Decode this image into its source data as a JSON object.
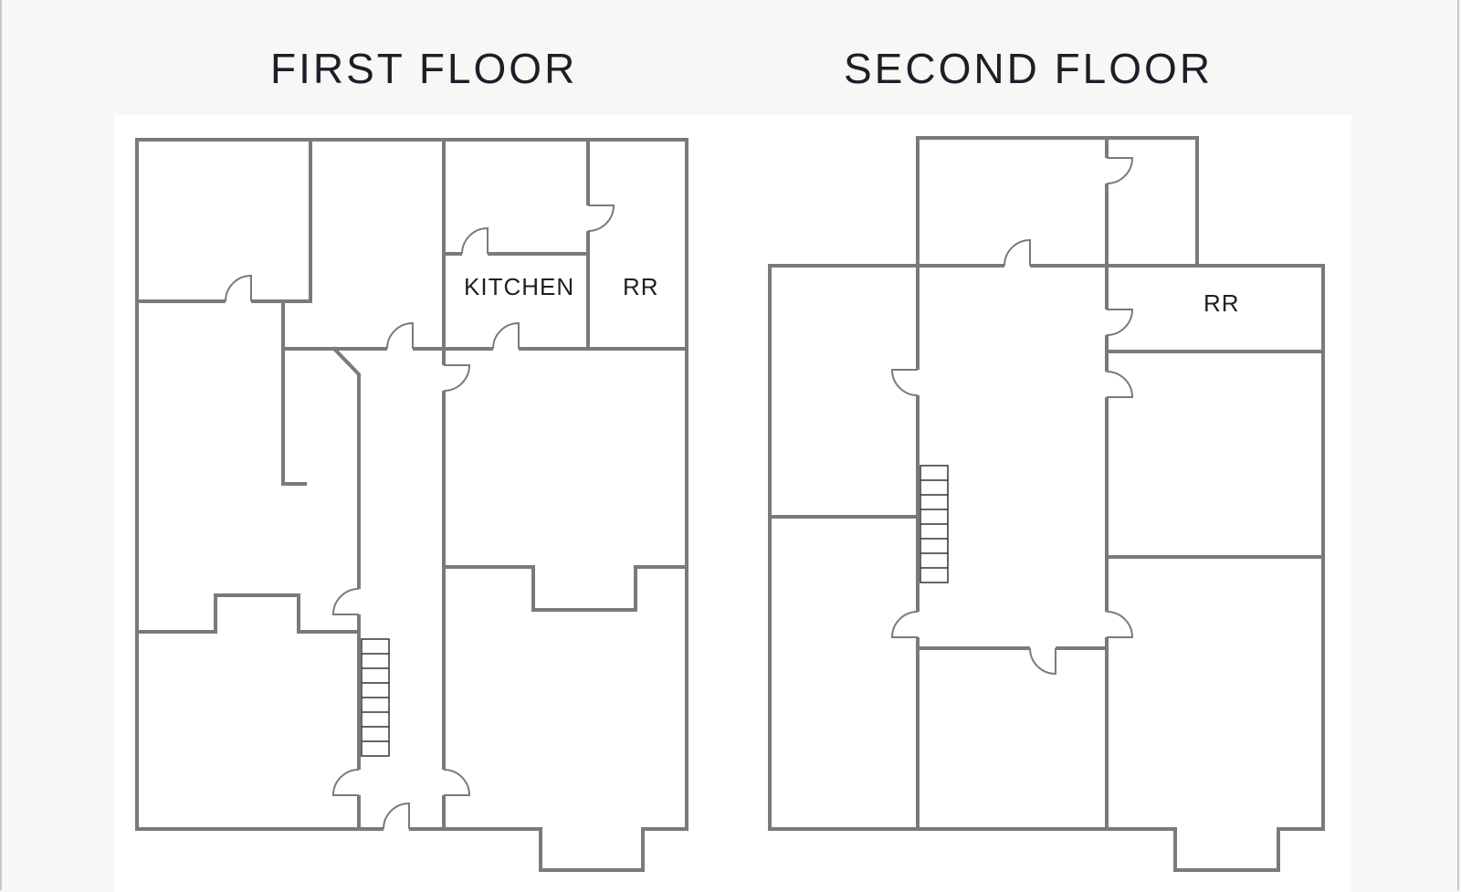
{
  "first_floor": {
    "title": "FIRST FLOOR",
    "labels": {
      "kitchen": "KITCHEN",
      "restroom": "RR"
    }
  },
  "second_floor": {
    "title": "SECOND FLOOR",
    "labels": {
      "restroom": "RR"
    }
  },
  "colors": {
    "background": "#f7f7f6",
    "paper": "#ffffff",
    "wall": "#7a7a7a",
    "text": "#1e1e28"
  }
}
